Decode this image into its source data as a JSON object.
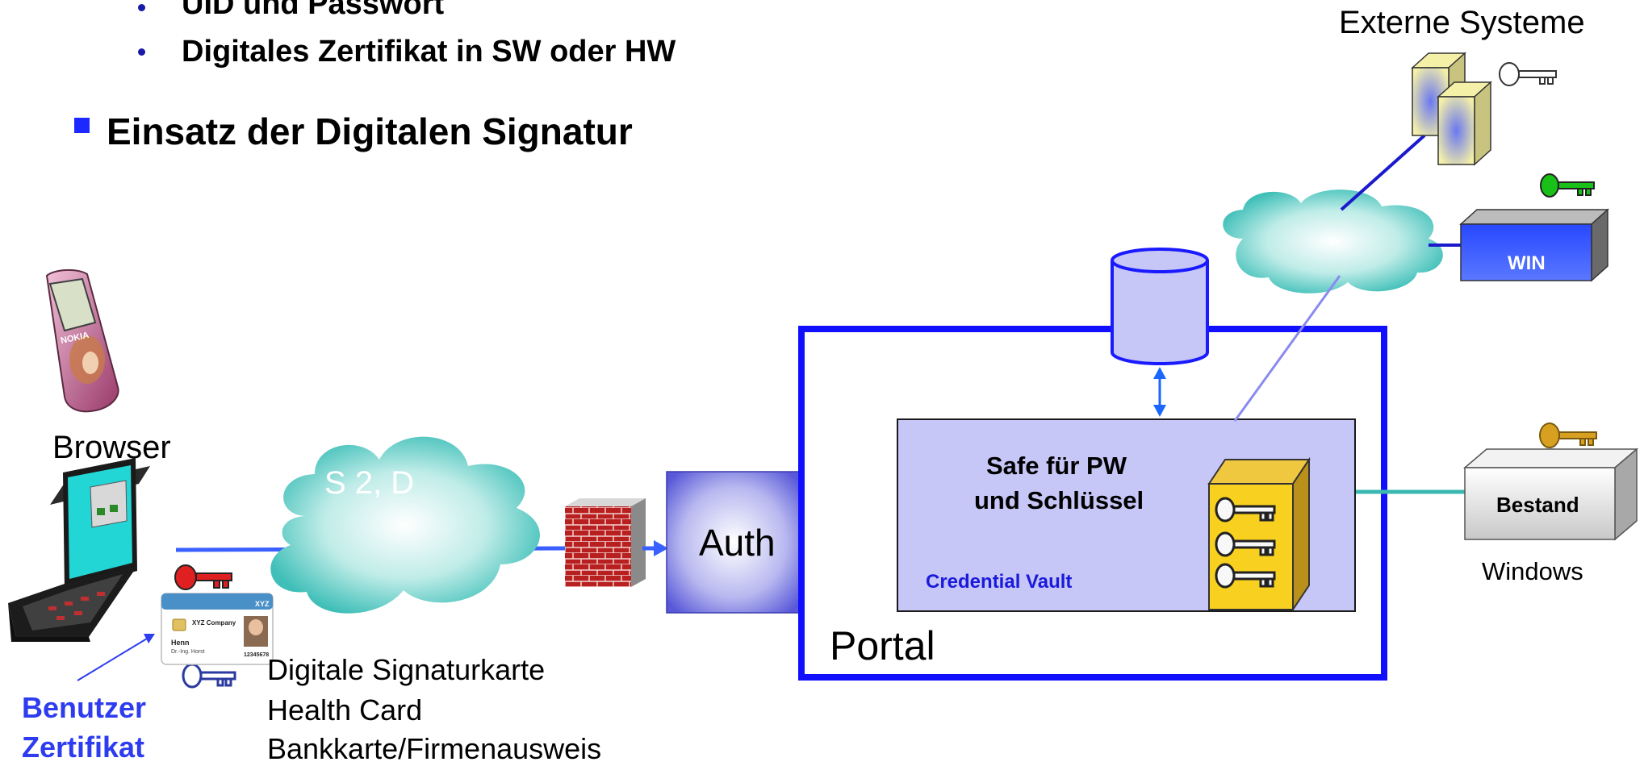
{
  "bullets": {
    "sub1": "UID und Passwort",
    "sub2": "Digitales Zertifikat in SW oder HW",
    "main": "Einsatz der Digitalen Signatur"
  },
  "labels": {
    "browser": "Browser",
    "cloud_left": "S 2, D",
    "auth": "Auth",
    "portal": "Portal",
    "safe_title_1": "Safe für PW",
    "safe_title_2": "und Schlüssel",
    "credential_vault": "Credential Vault",
    "externe_systeme": "Externe Systeme",
    "win": "WIN",
    "bestand": "Bestand",
    "windows": "Windows",
    "benutzer": "Benutzer",
    "zertifikat": "Zertifikat",
    "card_list": [
      "Digitale Signaturkarte",
      "Health Card",
      "Bankkarte/Firmenausweis"
    ]
  },
  "card": {
    "company": "XYZ Company",
    "name": "Henn",
    "subname": "Dr.-Ing. Horst",
    "number": "12345678",
    "badge": "XYZ"
  },
  "phone": {
    "brand": "NOKIA"
  },
  "colors": {
    "portal_border": "#1010ff",
    "vault_fill": "#c6c6f7",
    "bullet_blue": "#1c28ff",
    "benutzer_text": "#2e3cf0",
    "cloud": "#3fbfb8",
    "key_red": "#e02020",
    "key_green": "#18c018",
    "key_gold": "#d8a020",
    "safe_yellow": "#f8d020"
  },
  "icons": [
    "key-icon",
    "database-icon",
    "firewall-icon",
    "laptop-icon",
    "mobile-phone-icon",
    "server-icon",
    "cloud-icon",
    "safe-icon",
    "smartcard-icon"
  ]
}
